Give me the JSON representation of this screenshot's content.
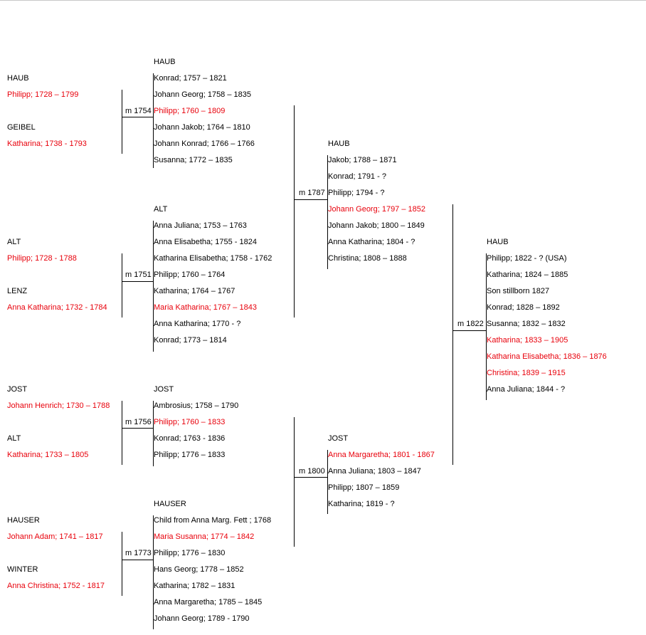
{
  "colors": {
    "highlight": "#e8000b",
    "text": "#000000",
    "line": "#000000"
  },
  "couples": [
    {
      "husband": {
        "surname": "HAUB",
        "name": "Philipp; 1728 – 1799"
      },
      "wife": {
        "surname": "GEIBEL",
        "name": "Katharina; 1738 - 1793"
      },
      "marriage": "m 1754",
      "family": {
        "surname": "HAUB",
        "children": [
          {
            "text": "Konrad; 1757 – 1821",
            "highlight": false
          },
          {
            "text": "Johann Georg; 1758 – 1835",
            "highlight": false
          },
          {
            "text": "Philipp; 1760 – 1809",
            "highlight": true
          },
          {
            "text": "Johann Jakob; 1764 – 1810",
            "highlight": false
          },
          {
            "text": "Johann Konrad; 1766 – 1766",
            "highlight": false
          },
          {
            "text": "Susanna; 1772 – 1835",
            "highlight": false
          }
        ]
      }
    },
    {
      "husband": {
        "surname": "ALT",
        "name": "Philipp; 1728 - 1788"
      },
      "wife": {
        "surname": "LENZ",
        "name": "Anna Katharina; 1732 - 1784"
      },
      "marriage": "m 1751",
      "family": {
        "surname": "ALT",
        "children": [
          {
            "text": "Anna Juliana; 1753 – 1763",
            "highlight": false
          },
          {
            "text": "Anna Elisabetha; 1755 - 1824",
            "highlight": false
          },
          {
            "text": "Katharina Elisabetha; 1758 - 1762",
            "highlight": false
          },
          {
            "text": "Philipp; 1760 – 1764",
            "highlight": false
          },
          {
            "text": "Katharina; 1764 – 1767",
            "highlight": false
          },
          {
            "text": "Maria Katharina; 1767 – 1843",
            "highlight": true
          },
          {
            "text": "Anna Katharina; 1770 - ?",
            "highlight": false
          },
          {
            "text": "Konrad; 1773 – 1814",
            "highlight": false
          }
        ]
      }
    },
    {
      "husband": {
        "surname": "JOST",
        "name": "Johann Henrich; 1730 – 1788"
      },
      "wife": {
        "surname": "ALT",
        "name": "Katharina; 1733 – 1805"
      },
      "marriage": "m 1756",
      "family": {
        "surname": "JOST",
        "children": [
          {
            "text": "Ambrosius; 1758 – 1790",
            "highlight": false
          },
          {
            "text": "Philipp; 1760 – 1833",
            "highlight": true
          },
          {
            "text": "Konrad; 1763 - 1836",
            "highlight": false
          },
          {
            "text": "Philipp; 1776 – 1833",
            "highlight": false
          }
        ]
      }
    },
    {
      "husband": {
        "surname": "HAUSER",
        "name": "Johann Adam; 1741 – 1817"
      },
      "wife": {
        "surname": "WINTER",
        "name": "Anna Christina; 1752 - 1817"
      },
      "marriage": "m 1773",
      "family": {
        "surname": "HAUSER",
        "children": [
          {
            "text": "Child from Anna Marg. Fett ; 1768",
            "highlight": false
          },
          {
            "text": "Maria Susanna; 1774 – 1842",
            "highlight": true
          },
          {
            "text": "Philipp; 1776 – 1830",
            "highlight": false
          },
          {
            "text": "Hans Georg; 1778 – 1852",
            "highlight": false
          },
          {
            "text": "Katharina; 1782 – 1831",
            "highlight": false
          },
          {
            "text": "Anna Margaretha; 1785 – 1845",
            "highlight": false
          },
          {
            "text": "Johann Georg; 1789 - 1790",
            "highlight": false
          }
        ]
      }
    },
    {
      "marriage": "m 1787",
      "family": {
        "surname": "HAUB",
        "children": [
          {
            "text": "Jakob; 1788 – 1871",
            "highlight": false
          },
          {
            "text": "Konrad; 1791 - ?",
            "highlight": false
          },
          {
            "text": "Philipp; 1794 - ?",
            "highlight": false
          },
          {
            "text": "Johann Georg; 1797 – 1852",
            "highlight": true
          },
          {
            "text": "Johann Jakob; 1800 – 1849",
            "highlight": false
          },
          {
            "text": "Anna Katharina; 1804 - ?",
            "highlight": false
          },
          {
            "text": "Christina; 1808 – 1888",
            "highlight": false
          }
        ]
      }
    },
    {
      "marriage": "m 1800",
      "family": {
        "surname": "JOST",
        "children": [
          {
            "text": "Anna Margaretha; 1801 - 1867",
            "highlight": true
          },
          {
            "text": "Anna Juliana; 1803 – 1847",
            "highlight": false
          },
          {
            "text": "Philipp; 1807 – 1859",
            "highlight": false
          },
          {
            "text": "Katharina; 1819 - ?",
            "highlight": false
          }
        ]
      }
    },
    {
      "marriage": "m 1822",
      "family": {
        "surname": "HAUB",
        "children": [
          {
            "text": "Philipp; 1822 - ? (USA)",
            "highlight": false
          },
          {
            "text": "Katharina; 1824 – 1885",
            "highlight": false
          },
          {
            "text": "Son stillborn 1827",
            "highlight": false
          },
          {
            "text": "Konrad; 1828 – 1892",
            "highlight": false
          },
          {
            "text": "Susanna; 1832 – 1832",
            "highlight": false
          },
          {
            "text": "Katharina; 1833 – 1905",
            "highlight": true
          },
          {
            "text": "Katharina Elisabetha; 1836 – 1876",
            "highlight": true
          },
          {
            "text": "Christina; 1839 – 1915",
            "highlight": true
          },
          {
            "text": "Anna Juliana; 1844 - ?",
            "highlight": false
          }
        ]
      }
    }
  ]
}
